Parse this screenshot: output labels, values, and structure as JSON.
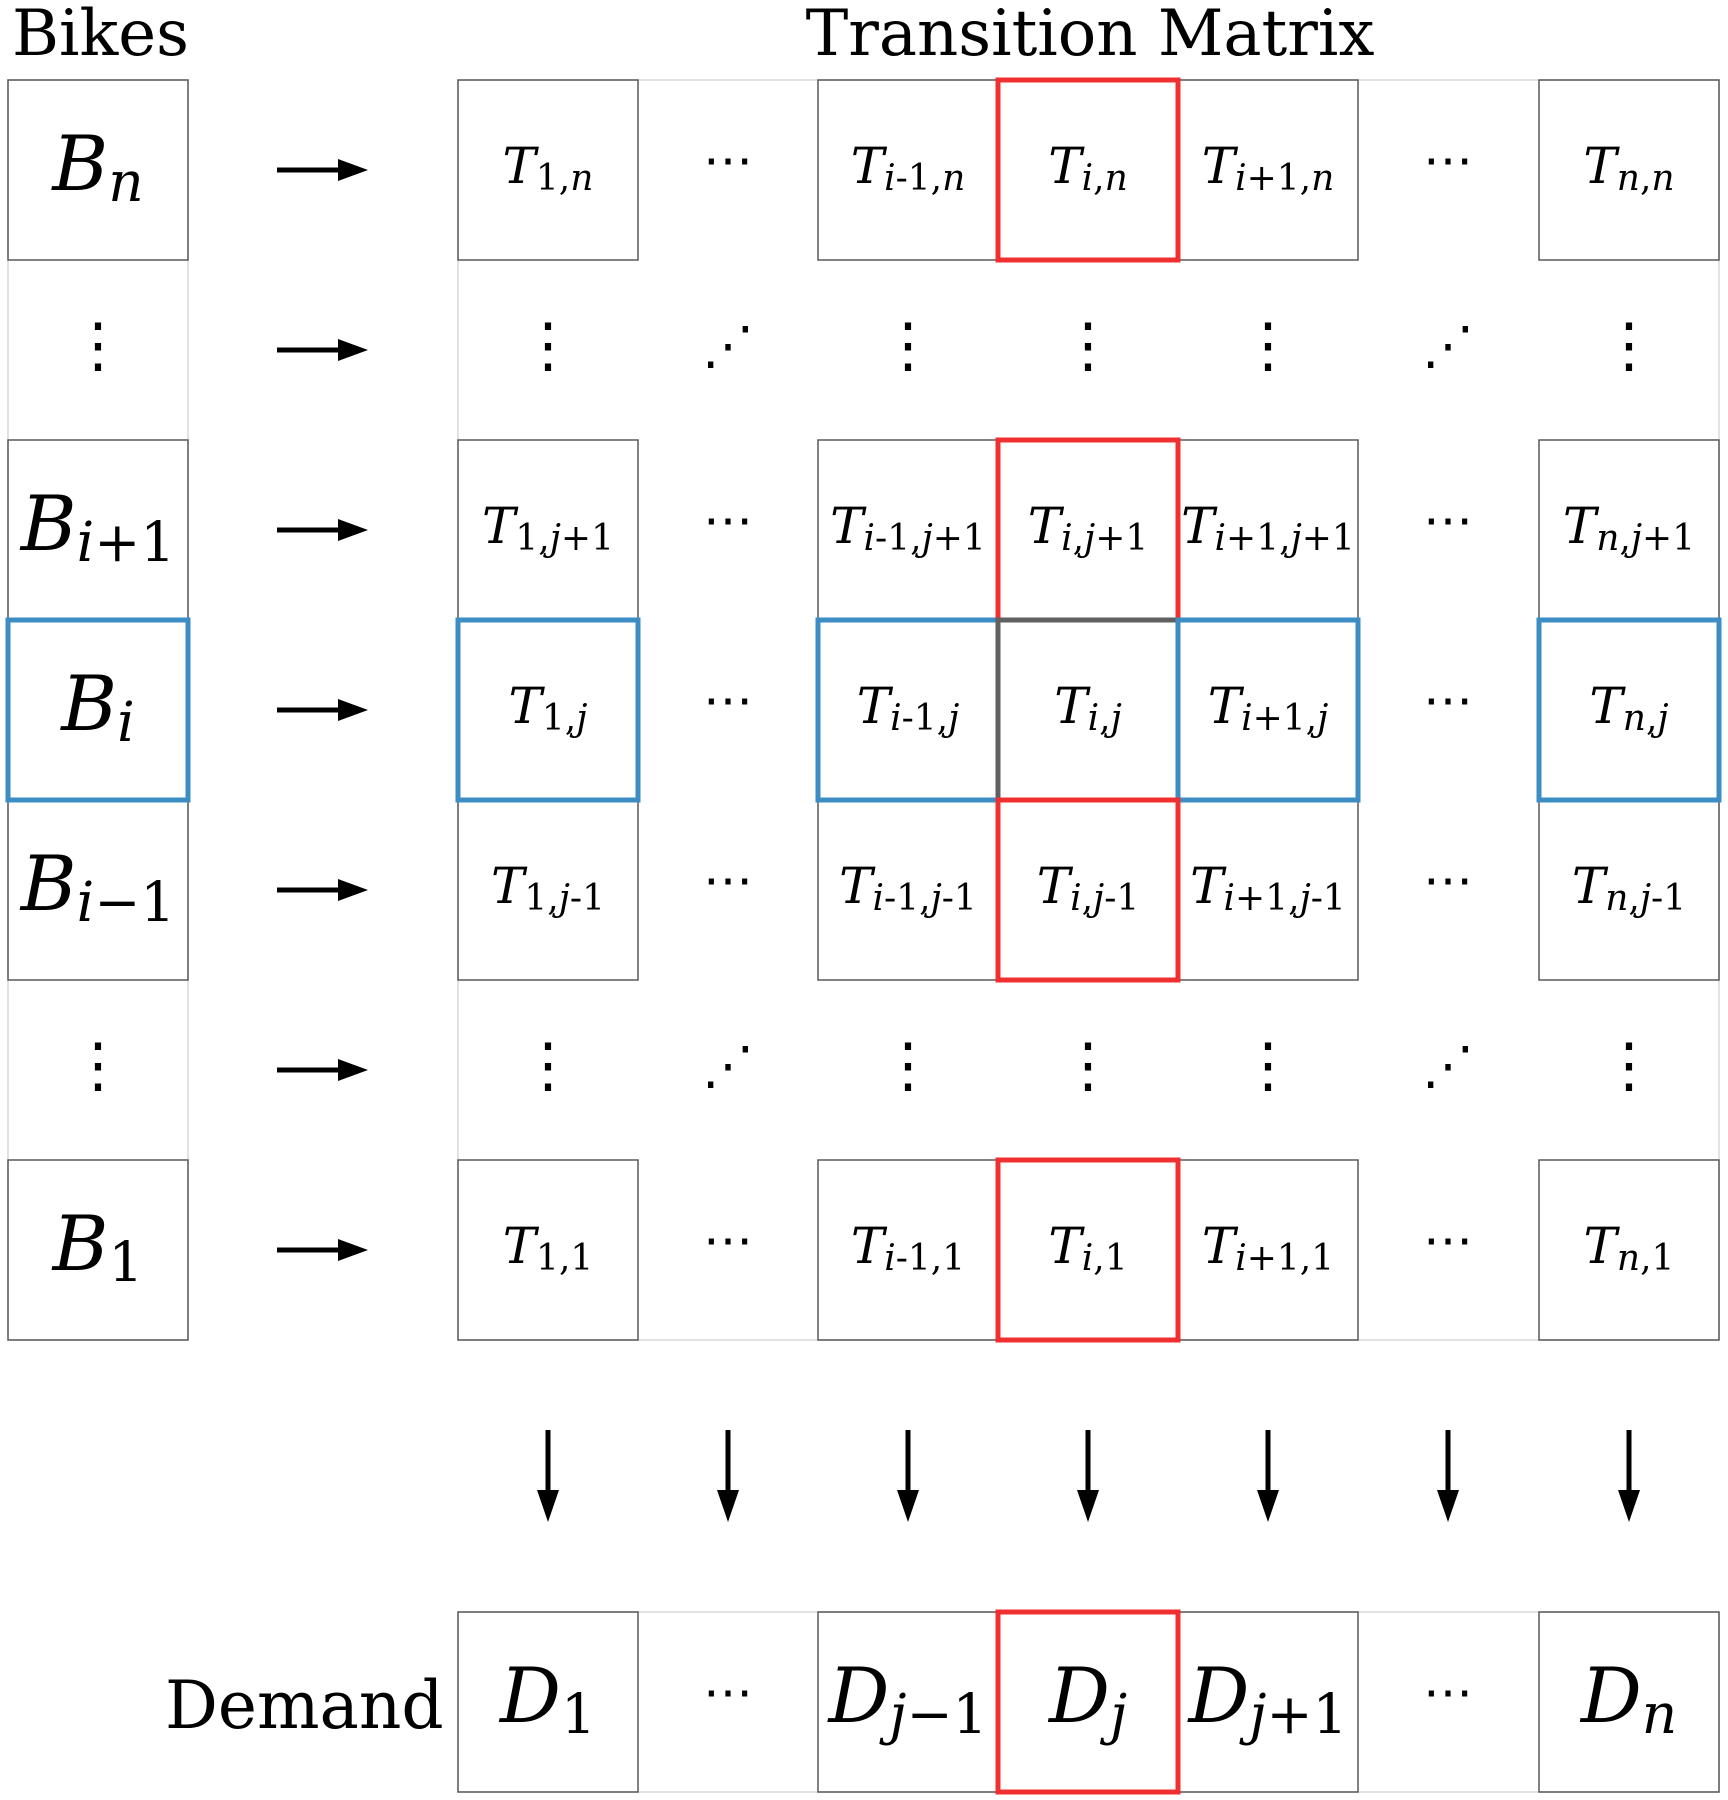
{
  "titles": {
    "bikes": "Bikes",
    "matrix": "Transition Matrix",
    "demand": "Demand"
  },
  "colors": {
    "cell_border": "#595959",
    "faint_border": "#d9d9d9",
    "highlight_column": "#f03030",
    "highlight_row": "#3c8dc4",
    "center_cell": "#606060",
    "arrow": "#000000"
  },
  "glyphs": {
    "hdots": "⋯",
    "vdots": "⋮",
    "ddots": "⋰"
  },
  "bikes": [
    {
      "kind": "cell",
      "base": "B",
      "sub": "n"
    },
    {
      "kind": "vdots"
    },
    {
      "kind": "cell",
      "base": "B",
      "sub": "i+1"
    },
    {
      "kind": "cell",
      "base": "B",
      "sub": "i",
      "highlight": "row"
    },
    {
      "kind": "cell",
      "base": "B",
      "sub": "i−1"
    },
    {
      "kind": "vdots"
    },
    {
      "kind": "cell",
      "base": "B",
      "sub": "1"
    }
  ],
  "matrix": {
    "columns": [
      "1",
      "dots",
      "i-1",
      "i",
      "i+1",
      "dots",
      "n"
    ],
    "rows": [
      "n",
      "dots",
      "j+1",
      "j",
      "j-1",
      "dots",
      "1"
    ],
    "base": "T",
    "highlight_column": "i",
    "highlight_row": "j"
  },
  "demand": {
    "base": "D",
    "cells": [
      "1",
      "dots",
      "j−1",
      "j",
      "j+1",
      "dots",
      "n"
    ],
    "highlight": "j"
  }
}
